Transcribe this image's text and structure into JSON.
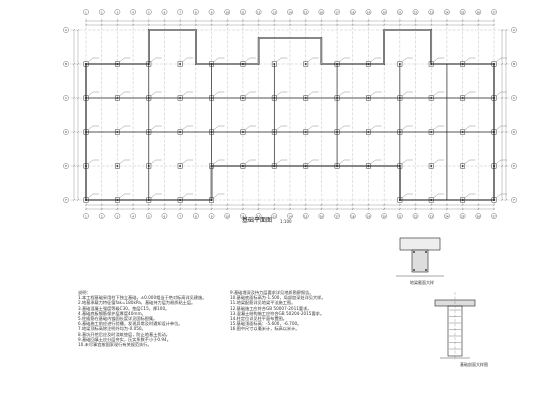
{
  "plan": {
    "title": "基础平面图",
    "scale": "1:100",
    "axis_labels_top": [
      "1",
      "2",
      "3",
      "4",
      "5",
      "6",
      "7",
      "8",
      "9",
      "10",
      "11",
      "12",
      "13",
      "14",
      "15",
      "16",
      "17",
      "18",
      "19",
      "20",
      "21",
      "22",
      "23",
      "24",
      "25",
      "26",
      "27"
    ],
    "axis_labels_side": [
      "A",
      "B",
      "C",
      "D",
      "E",
      "F"
    ]
  },
  "details": {
    "detail1_label": "地梁截面大样",
    "detail2_label": "基础剖面大样图"
  },
  "notes": {
    "left": [
      "说明：",
      "1.本工程基础采用柱下独立基础，±0.000相当于绝对标高详见建施。",
      "2.地基承载力特征值fak=180kPa，基础持力层为粉质粘土层。",
      "3.基础混凝土强度等级C30，垫层C15，厚100。",
      "4.基础底板钢筋保护层厚度40mm。",
      "5.柱插筋在基础内锚固长度详见国标图集。",
      "6.基础施工前应进行验槽，发现异常及时通知设计单位。",
      "7.地梁顶标高除注明外均为-0.050。",
      "8.基坑开挖后应及时浇筑垫层，防止地基土扰动。",
      "9.基础回填土应分层夯实，压实系数不小于0.94。",
      "10.未尽事宜按国家现行有关规范执行。"
    ],
    "right": [
      "9.基础埋深及持力层要求详见地质勘察报告。",
      "10.基础底面标高为-1.500，局部加深处详见大样。",
      "11.地梁配筋详见地梁平法施工图。",
      "12.基础施工应符合GB 50007-2011要求。",
      "13.混凝土结构施工应符合GB 50204-2015要求。",
      "14.柱定位详见柱平面布置图。",
      "15.基础顶面标高：-5.600，-6.700。",
      "16.图中尺寸以毫米计，标高以米计。"
    ]
  }
}
